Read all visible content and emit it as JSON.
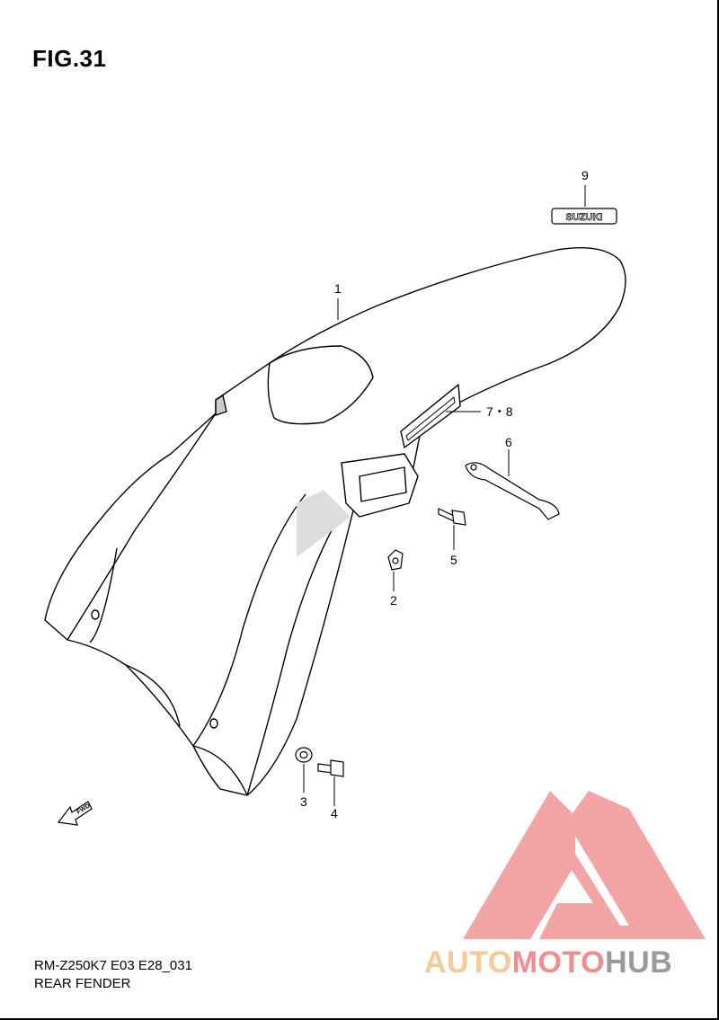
{
  "figure": {
    "title": "FIG.31"
  },
  "callouts": {
    "c1": "1",
    "c2": "2",
    "c3": "3",
    "c4": "4",
    "c5": "5",
    "c6": "6",
    "c78": "7・8",
    "c9": "9"
  },
  "emblem_text": "SUZUKI",
  "fwd_label": "FWD",
  "footer": {
    "code": "RM-Z250K7 E03 E28_031",
    "name": "REAR FENDER"
  },
  "watermark": {
    "part1": "AUTO",
    "part2": "MOTO",
    "part3": "HUB",
    "colors": {
      "orange": "#f6c995",
      "red": "#f08e8e",
      "gray": "#9a9a9a"
    }
  }
}
